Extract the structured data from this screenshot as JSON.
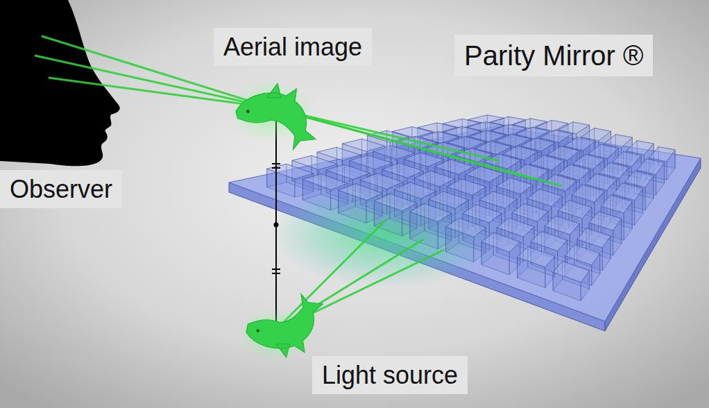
{
  "diagram": {
    "nodes": [
      {
        "text": [
          "Aerial image"
        ]
      },
      {
        "text": [
          "Parity Mirror ®"
        ]
      },
      {
        "text": [
          "Observer"
        ]
      },
      {
        "text": [
          "Light source"
        ]
      }
    ]
  }
}
